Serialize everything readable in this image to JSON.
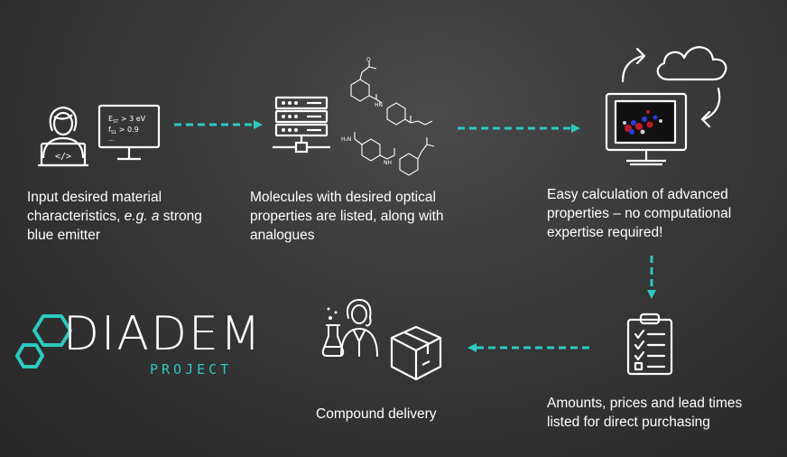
{
  "steps": {
    "input": {
      "text_lead": "Input desired material characteristics, ",
      "text_em": "e.g. a",
      "text_tail": " strong blue emitter",
      "screen_line1": "E",
      "screen_line1_sub": "ST",
      "screen_line1_rest": " > 3 eV",
      "screen_line2": "f",
      "screen_line2_sub": "S1",
      "screen_line2_rest": " > 0.9",
      "screen_line3": "...",
      "laptop_code": "</>"
    },
    "molecules": {
      "text": "Molecules with desired optical properties are listed, along with analogues",
      "atom_o": "O",
      "atom_hn": "HN",
      "atom_nh": "NH",
      "atom_h2n": "H₂N"
    },
    "calculation": {
      "text": "Easy calculation of advanced properties – no computational expertise required!"
    },
    "purchasing": {
      "text": "Amounts, prices and lead times listed for direct purchasing"
    },
    "delivery": {
      "text": "Compound delivery"
    }
  },
  "logo": {
    "word": "DIADEM",
    "sub": "PROJECT"
  },
  "colors": {
    "accent": "#2cc9c0",
    "background": "#333333",
    "text": "#ffffff"
  },
  "icons": [
    "person-laptop-icon",
    "monitor-icon",
    "server-icon",
    "molecule-structure-icon",
    "cloud-sync-icon",
    "computer-monitor-icon",
    "clipboard-checklist-icon",
    "scientist-icon",
    "package-box-icon",
    "hexagon-logo-icon",
    "dashed-arrow-icon"
  ]
}
